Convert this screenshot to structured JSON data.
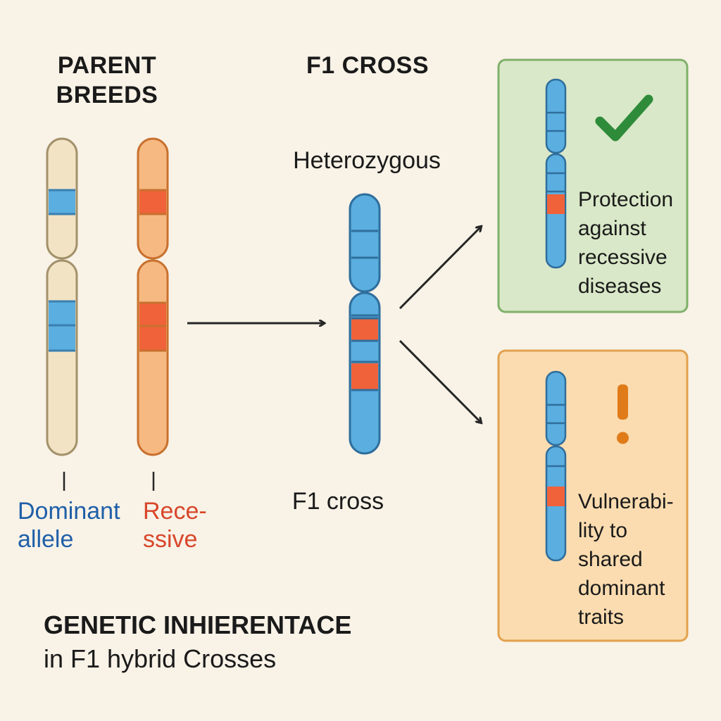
{
  "headings": {
    "parent_breeds_line1": "PARENT",
    "parent_breeds_line2": "BREEDS",
    "f1_cross": "F1 CROSS",
    "heterozygous": "Heterozygous",
    "f1_cross_caption": "F1 cross"
  },
  "parent_labels": {
    "dominant_line1": "Dominant",
    "dominant_line2": "allele",
    "recessive_line1": "Rece-",
    "recessive_line2": "ssive"
  },
  "outcomes": {
    "protection": {
      "lines": [
        "Protection",
        "against",
        "recessive",
        "diseases"
      ],
      "icon": "checkmark-icon"
    },
    "vulnerability": {
      "lines": [
        "Vulnerabi-",
        "lity to",
        "shared",
        "dominant",
        "traits"
      ],
      "icon": "exclamation-icon"
    }
  },
  "footer": {
    "title_line1": "GENETIC INHIERENTACE",
    "title_line2": "in F1 hybrid Crosses"
  },
  "colors": {
    "background": "#f8f2e7",
    "dominant_blue": "#5aaee0",
    "recessive_red": "#f0623a",
    "parent_a_fill": "#f1e3c4",
    "parent_b_fill": "#f7b982",
    "green_box_fill": "#d9e8c8",
    "orange_box_fill": "#fbdcb0",
    "check_green": "#2e8b3a",
    "exclamation_orange": "#e07b1a"
  }
}
